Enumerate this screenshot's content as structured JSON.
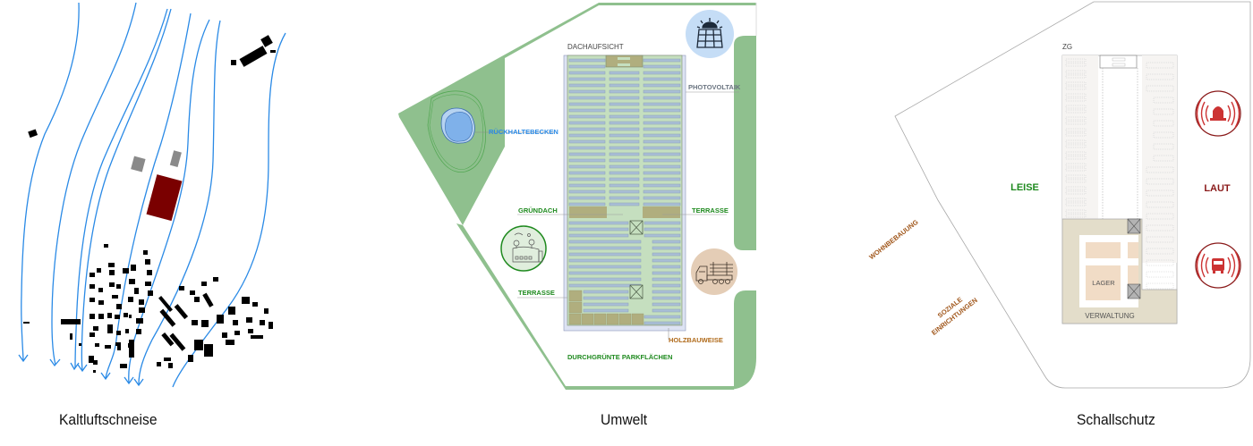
{
  "panels": [
    {
      "id": "kaltluftschneise",
      "caption": "Kaltluftschneise",
      "legend_colors": {
        "airflow": "#2a8ae6",
        "project": "#7a0000",
        "neighbor_buildings": "#000000",
        "existing_grey": "#8a8a8a"
      }
    },
    {
      "id": "umwelt",
      "caption": "Umwelt",
      "labels": {
        "dachaufsicht": "DACHAUFSICHT",
        "photovoltaik": "PHOTOVOLTAIK",
        "rueckhaltebecken": "RÜCKHALTEBECKEN",
        "gruendach": "GRÜNDACH",
        "terrasse_right": "TERRASSE",
        "terrasse_left": "TERRASSE",
        "holzbauweise": "HOLZBAUWEISE",
        "parkflaechen": "DURCHGRÜNTE PARKFLÄCHEN"
      },
      "icons": [
        "solar-panel-icon",
        "green-roof-building-icon",
        "timber-truck-icon"
      ],
      "colors": {
        "green": "#8fc08e",
        "label_green": "#1f8a1f",
        "label_blue": "#2a8ae6",
        "label_brown": "#b06a1a",
        "label_grey": "#6a7480"
      }
    },
    {
      "id": "schallschutz",
      "caption": "Schallschutz",
      "labels": {
        "zg": "ZG",
        "leise": "LEISE",
        "laut": "LAUT",
        "wohnbebauung": "WOHNBEBAUUNG",
        "soziale": "SOZIALE",
        "einrichtungen": "EINRICHTUNGEN",
        "lager": "LAGER",
        "verwaltung": "VERWALTUNG"
      },
      "icons": [
        "siren-icon",
        "bus-noise-icon"
      ],
      "colors": {
        "leise": "#1f8a1f",
        "laut": "#8a1a1a",
        "residential": "#a0561a"
      }
    }
  ]
}
